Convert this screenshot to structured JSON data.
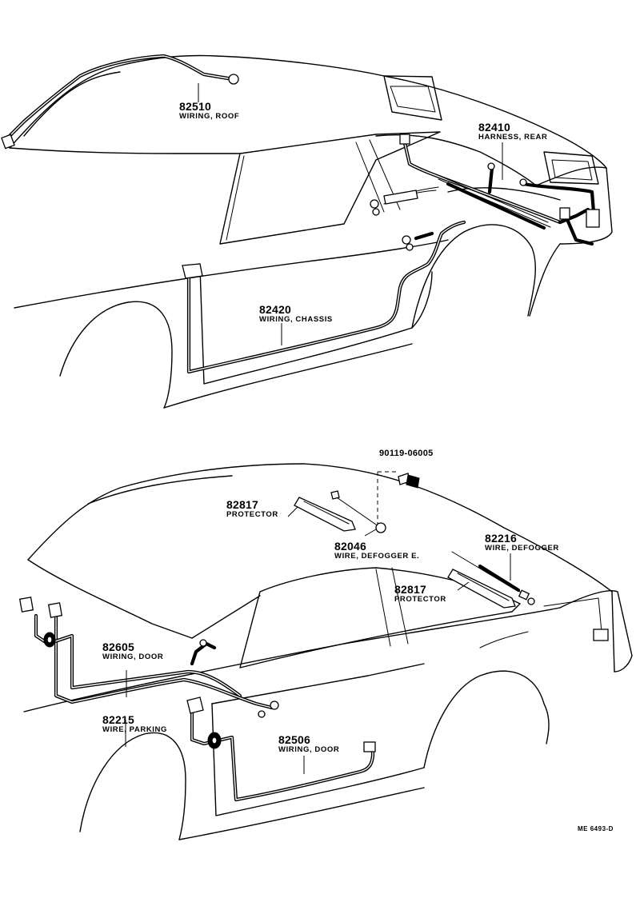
{
  "top_view": {
    "callouts": [
      {
        "part_no": "82510",
        "name": "WIRING, ROOF"
      },
      {
        "part_no": "82410",
        "name": "HARNESS, REAR"
      },
      {
        "part_no": "82420",
        "name": "WIRING, CHASSIS"
      }
    ]
  },
  "bottom_view": {
    "callouts": [
      {
        "part_no": "90119-06005",
        "name": ""
      },
      {
        "part_no": "82817",
        "name": "PROTECTOR"
      },
      {
        "part_no": "82046",
        "name": "WIRE, DEFOGGER E."
      },
      {
        "part_no": "82216",
        "name": "WIRE, DEFOGGER"
      },
      {
        "part_no": "82817",
        "name": "PROTECTOR"
      },
      {
        "part_no": "82605",
        "name": "WIRING, DOOR"
      },
      {
        "part_no": "82215",
        "name": "WIRE, PARKING"
      },
      {
        "part_no": "82506",
        "name": "WIRING, DOOR"
      }
    ]
  },
  "drawing_code": "ME 6493-D"
}
